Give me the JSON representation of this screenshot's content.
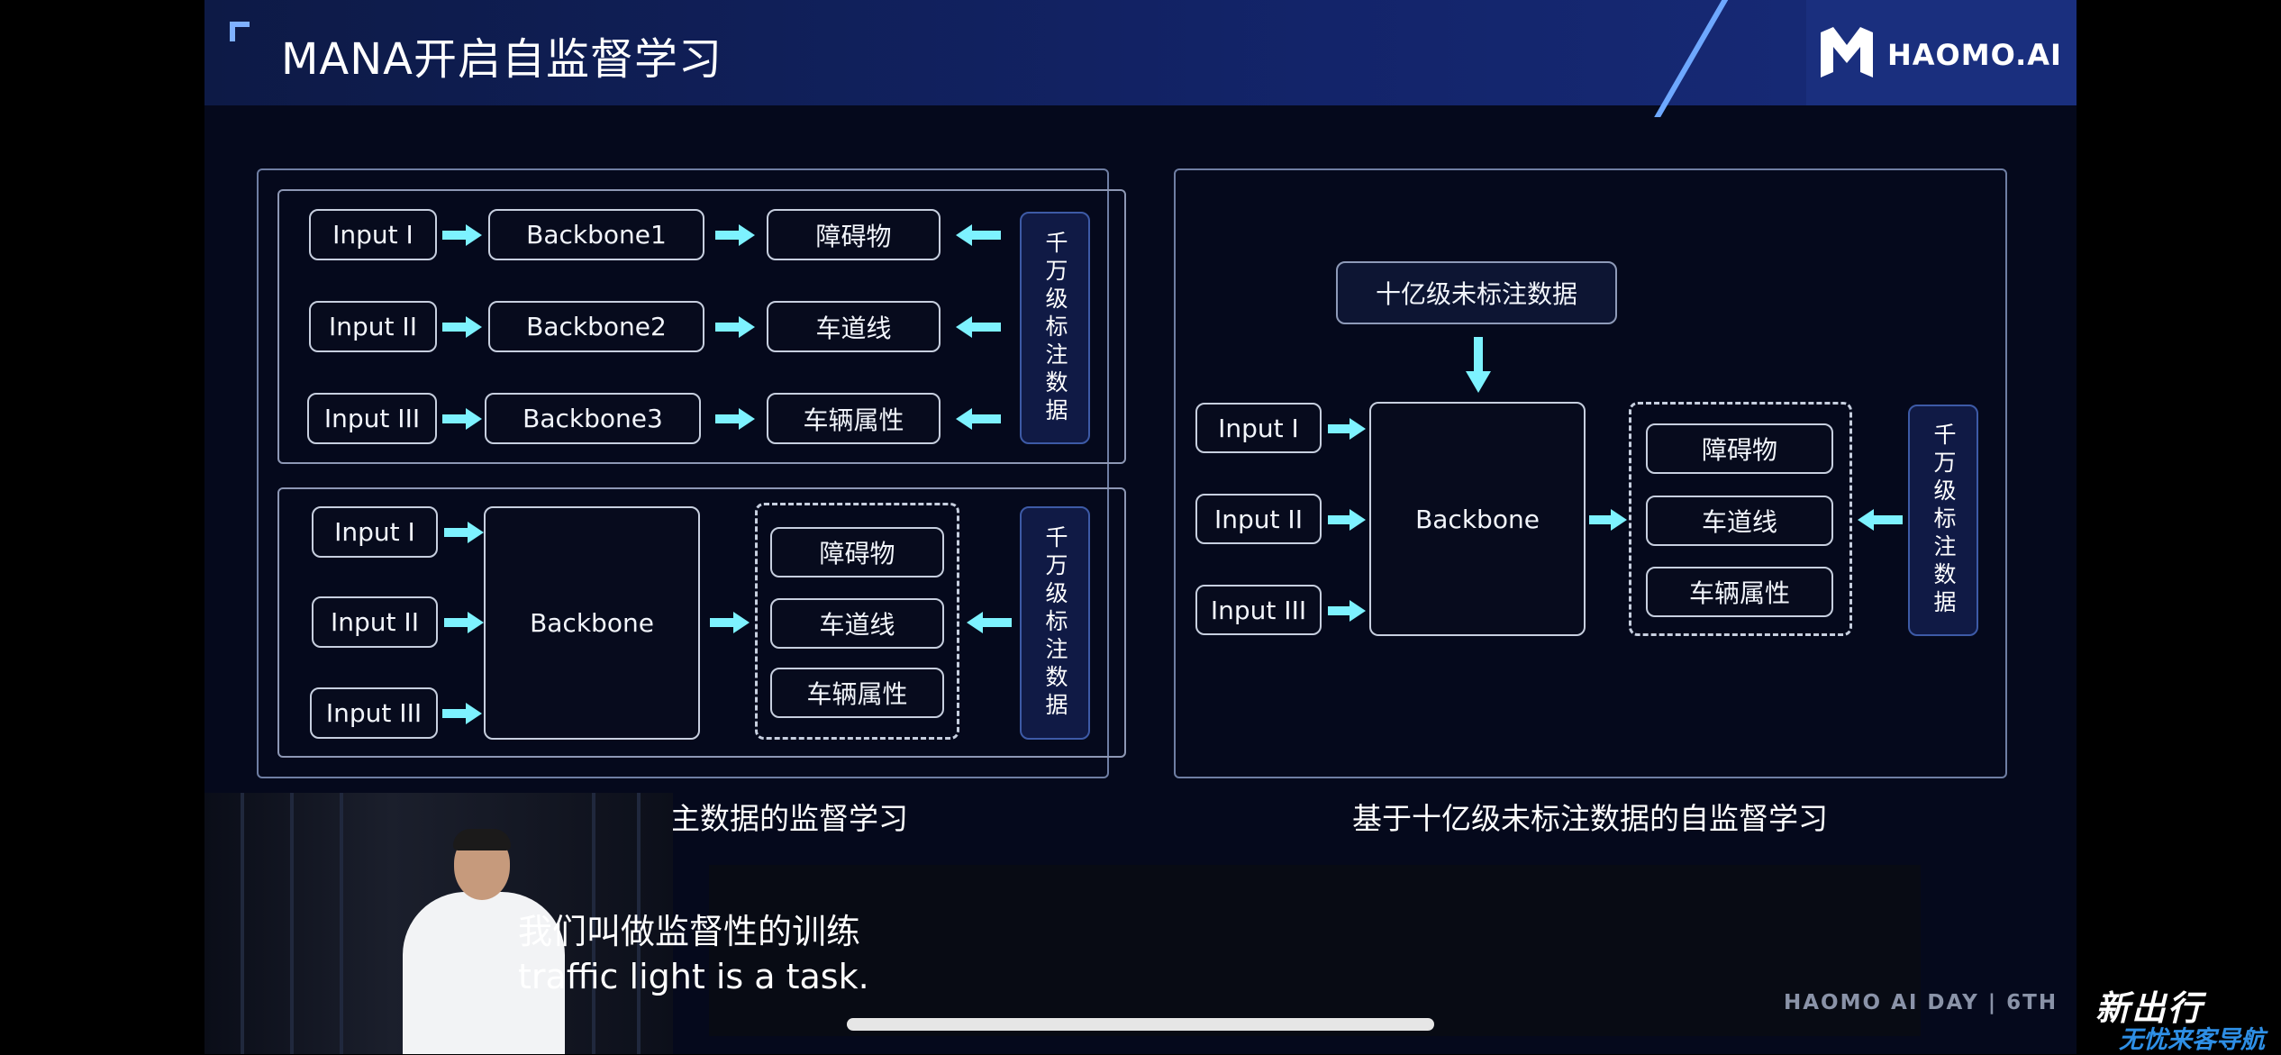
{
  "slide": {
    "title": "MANA开启自监督学习",
    "logo_text": "HAOMO.AI",
    "logo_icon": "haomo-m-logo-icon",
    "accent_color": "#7fb1ff",
    "arrow_color": "#7df2ff"
  },
  "left_panel": {
    "caption": "主数据的监督学习",
    "top_group": {
      "rows": [
        {
          "input": "Input I",
          "backbone": "Backbone1",
          "task": "障碍物"
        },
        {
          "input": "Input II",
          "backbone": "Backbone2",
          "task": "车道线"
        },
        {
          "input": "Input III",
          "backbone": "Backbone3",
          "task": "车辆属性"
        }
      ],
      "label_vertical": "千万级标注数据"
    },
    "bottom_group": {
      "inputs": [
        "Input I",
        "Input II",
        "Input III"
      ],
      "backbone": "Backbone",
      "tasks": [
        "障碍物",
        "车道线",
        "车辆属性"
      ],
      "label_vertical": "千万级标注数据"
    }
  },
  "right_panel": {
    "caption": "基于十亿级未标注数据的自监督学习",
    "unlabeled_data": "十亿级未标注数据",
    "inputs": [
      "Input I",
      "Input II",
      "Input III"
    ],
    "backbone": "Backbone",
    "tasks": [
      "障碍物",
      "车道线",
      "车辆属性"
    ],
    "label_vertical": "千万级标注数据"
  },
  "subtitles": {
    "line1": "我们叫做监督性的训练",
    "line2": "traffic light is a task."
  },
  "event_tag": "HAOMO AI DAY | 6TH",
  "watermark": {
    "line1": "新出行",
    "line2": "无忧来客导航"
  }
}
